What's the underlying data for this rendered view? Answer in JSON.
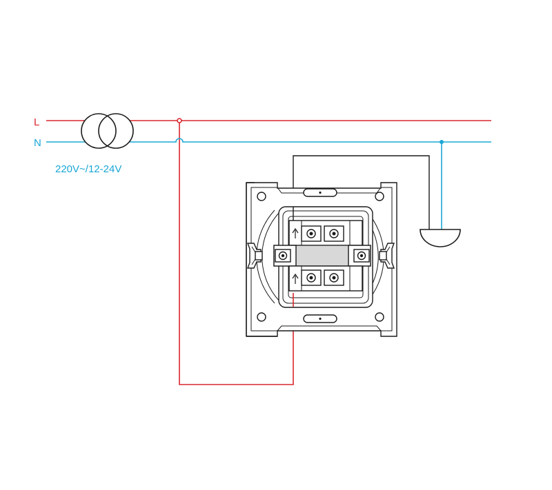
{
  "labels": {
    "line": "L",
    "neutral": "N",
    "transformer_spec": "220V~/12-24V"
  },
  "colors": {
    "line_wire": "#d9262c",
    "neutral_wire": "#1aa7d6",
    "load_wire": "#1a1a1a",
    "background": "#ffffff"
  },
  "components": [
    "transformer-icon",
    "switch-mechanism",
    "lamp-icon"
  ]
}
